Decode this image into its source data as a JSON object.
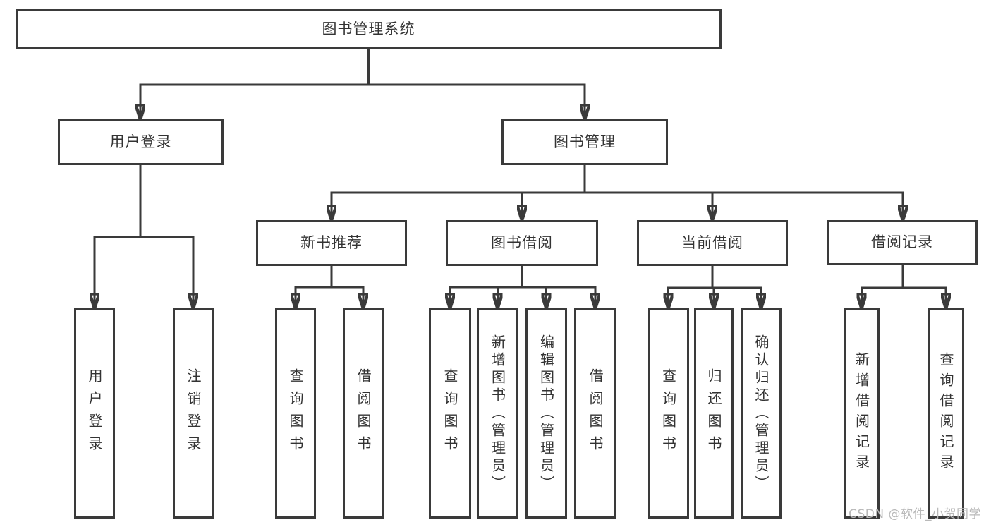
{
  "colors": {
    "line": "#3a3a3a",
    "text": "#333333",
    "background": "#ffffff",
    "watermark_text": "#b9b9b9"
  },
  "tree": {
    "root": "图书管理系统",
    "branches": [
      {
        "label": "用户登录",
        "children": [
          "用户登录",
          "注销登录"
        ]
      },
      {
        "label": "图书管理",
        "children": [
          {
            "label": "新书推荐",
            "children": [
              "查询图书",
              "借阅图书"
            ]
          },
          {
            "label": "图书借阅",
            "children": [
              "查询图书",
              "新增图书（管理员）",
              "编辑图书（管理员）",
              "借阅图书"
            ]
          },
          {
            "label": "当前借阅",
            "children": [
              "查询图书",
              "归还图书",
              "确认归还（管理员）"
            ]
          },
          {
            "label": "借阅记录",
            "children": [
              "新增借阅记录",
              "查询借阅记录"
            ]
          }
        ]
      }
    ]
  },
  "watermark": "CSDN @软件_小贺同学"
}
